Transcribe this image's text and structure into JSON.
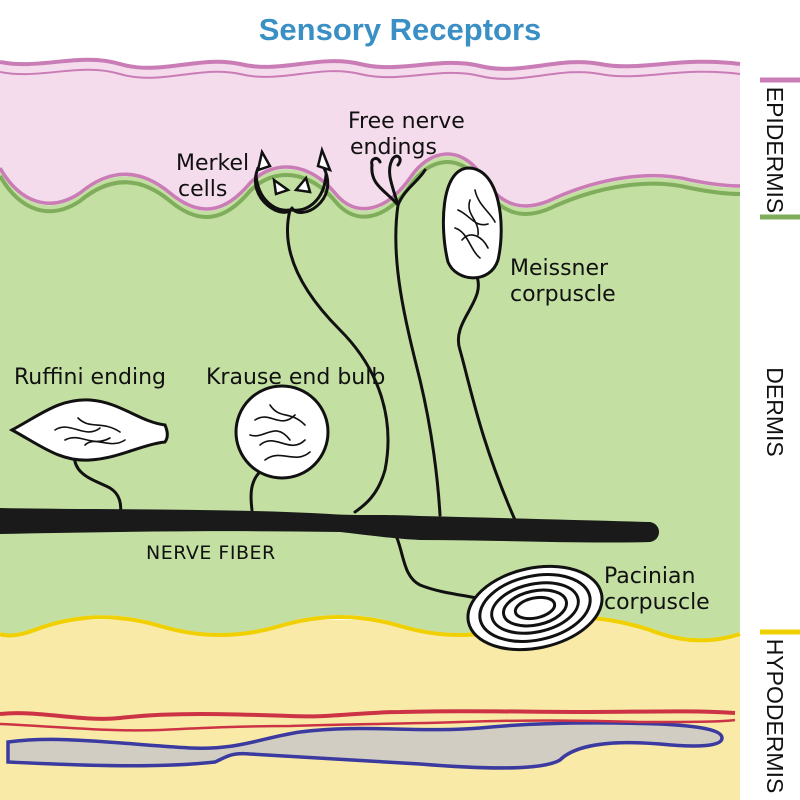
{
  "title": "Sensory Receptors",
  "receptors": {
    "merkel": [
      "Merkel",
      "cells"
    ],
    "free": [
      "Free nerve",
      "endings"
    ],
    "meissner": [
      "Meissner",
      "corpuscle"
    ],
    "ruffini": "Ruffini ending",
    "krause": "Krause end bulb",
    "pacinian": [
      "Pacinian",
      "corpuscle"
    ],
    "nerve_fiber": "NERVE FIBER"
  },
  "layers": {
    "epidermis": "EPIDERMIS",
    "dermis": "DERMIS",
    "hypodermis": "HYPODERMIS"
  },
  "colors": {
    "title": "#3a8fc4",
    "epidermis": "#f4dced",
    "epidermis_border": "#c97cb5",
    "dermis": "#c3e0a2",
    "dermis_border": "#7fad5b",
    "hypodermis": "#faeaa8",
    "hypodermis_border": "#f0d000",
    "artery": "#cc3344",
    "vein": "#3a3aa0"
  }
}
